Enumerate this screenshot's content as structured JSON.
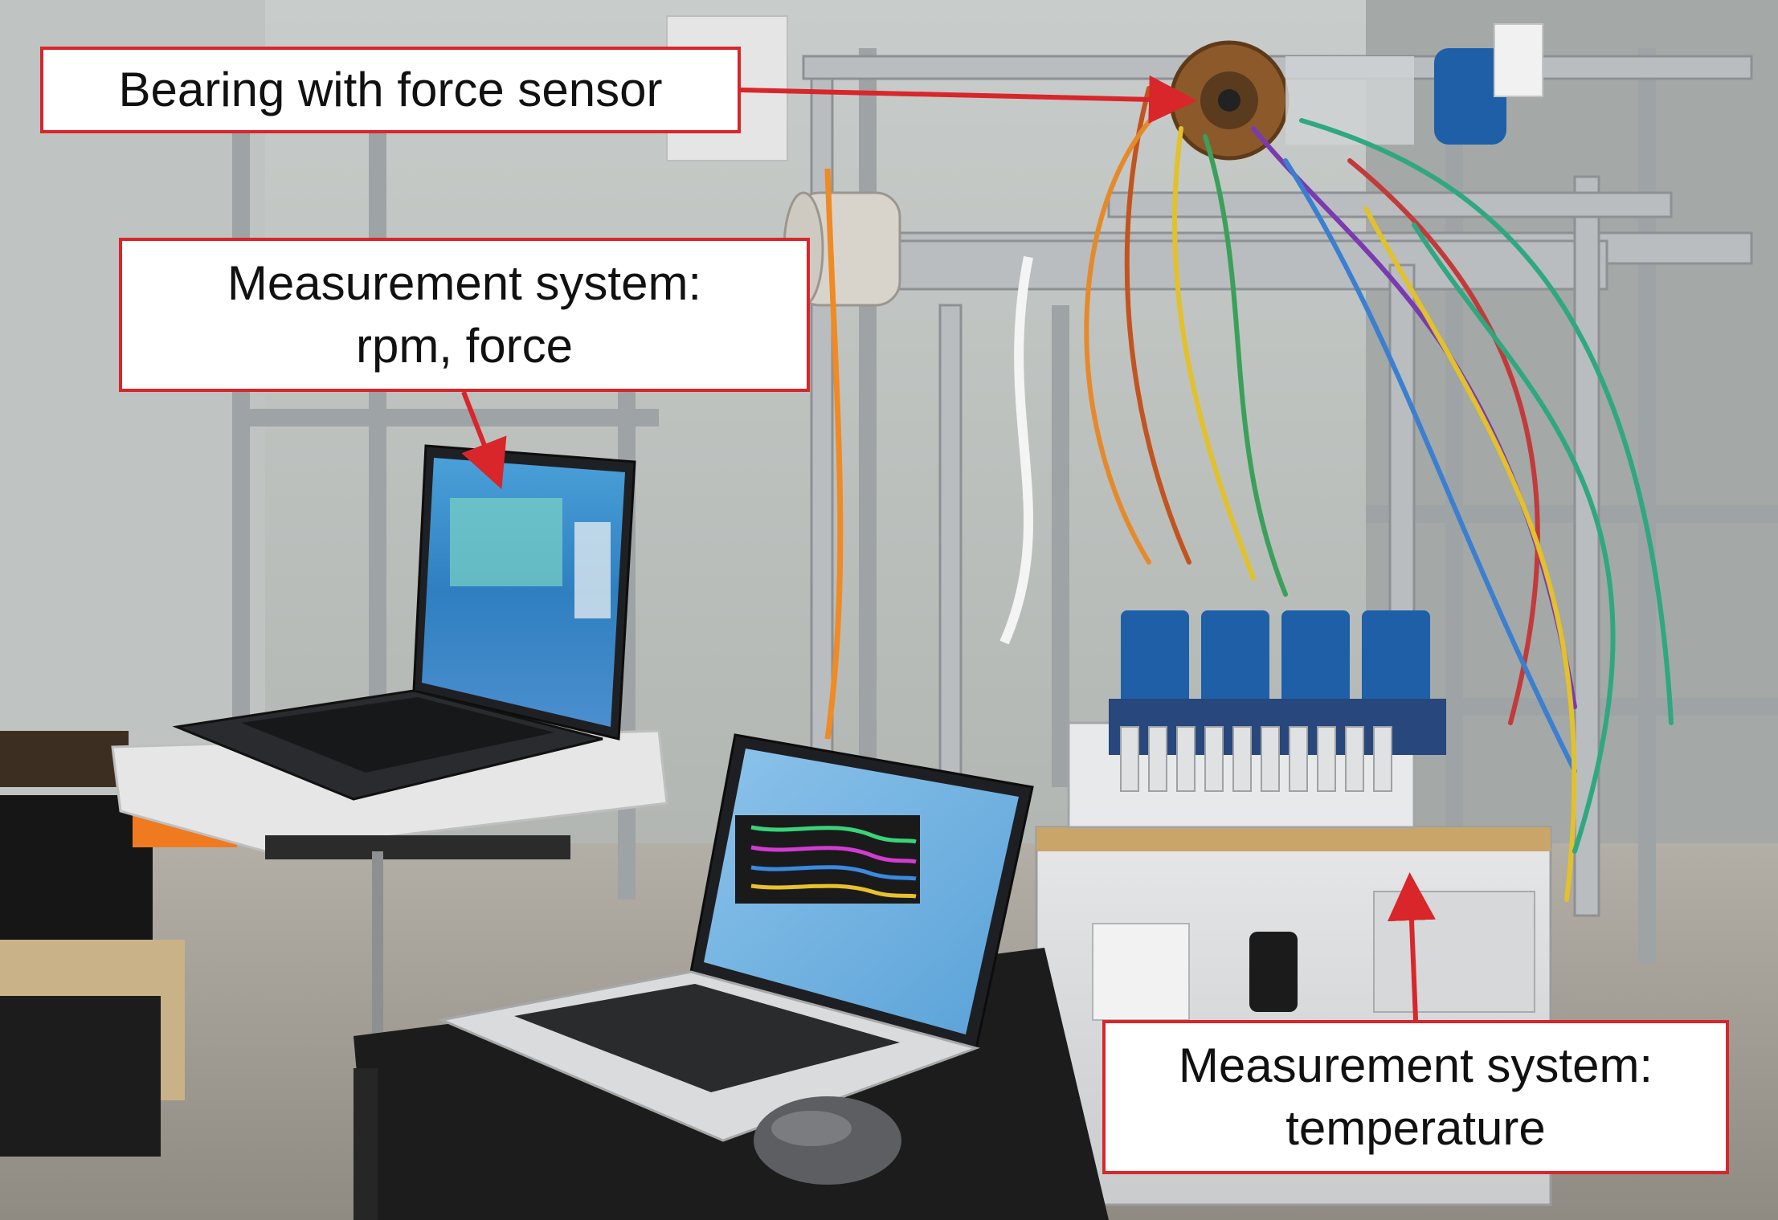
{
  "callouts": {
    "bearing": {
      "line1": "Bearing with force sensor"
    },
    "rpm": {
      "line1": "Measurement system:",
      "line2": "rpm, force"
    },
    "temperature": {
      "line1": "Measurement system:",
      "line2": "temperature"
    }
  },
  "colors": {
    "callout_border": "#d8262b",
    "arrow": "#d8262b",
    "lab_wall": "#cfd3d1",
    "frame_aluminium": "#b9bdbf",
    "module_blue": "#1e5fa8",
    "screen_blue": "#3a86c8",
    "laptop_dark": "#2a2b2e",
    "laptop_silver": "#d9dbdd",
    "desk": "#1c1c1c",
    "osb_board": "#c9a56a"
  }
}
